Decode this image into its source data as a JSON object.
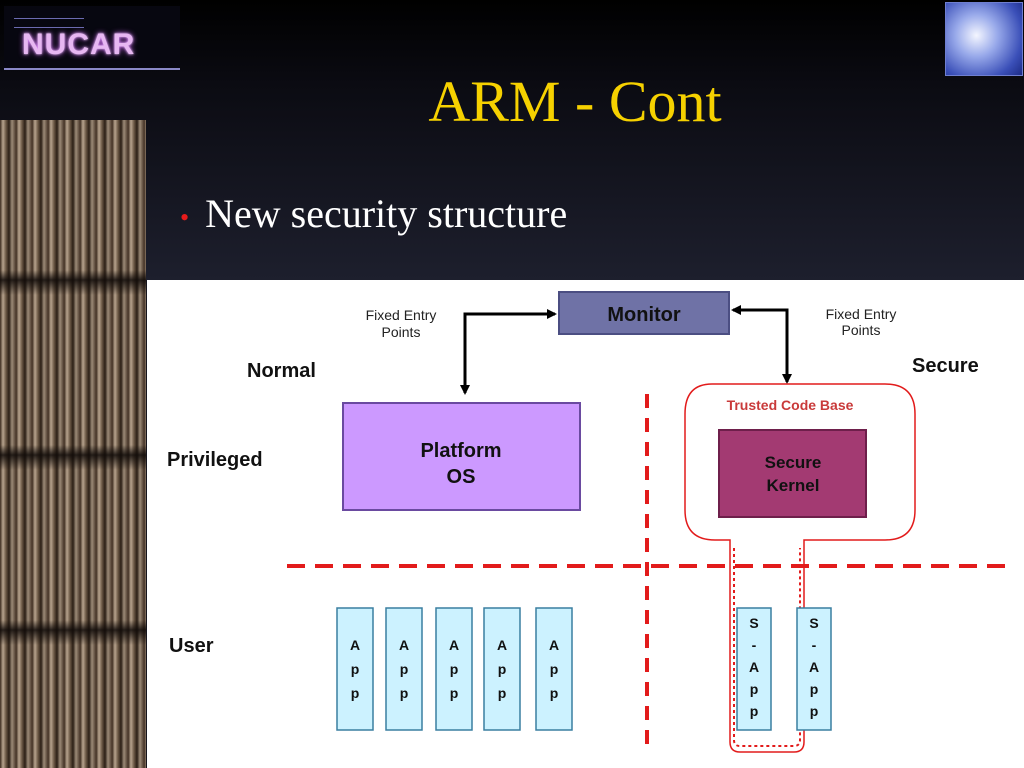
{
  "slide": {
    "logo_text": "NUCAR",
    "title": "ARM - Cont",
    "bullet": "New security structure"
  },
  "diagram": {
    "monitor": "Monitor",
    "fixed_entry_left": [
      "Fixed Entry",
      "Points"
    ],
    "fixed_entry_right": [
      "Fixed Entry",
      "Points"
    ],
    "normal": "Normal",
    "secure": "Secure",
    "privileged": "Privileged",
    "user": "User",
    "platform_os": [
      "Platform",
      "OS"
    ],
    "trusted_code_base": "Trusted Code Base",
    "secure_kernel": [
      "Secure",
      "Kernel"
    ],
    "app_letters": [
      "A",
      "p",
      "p"
    ],
    "sapp_letters": [
      "S",
      "-",
      "A",
      "p",
      "p"
    ],
    "app_count": 5,
    "sapp_count": 2
  },
  "colors": {
    "title": "#f6d100",
    "bullet_dot": "#e81b1b",
    "monitor_fill": "#6f72a6",
    "platform_fill": "#cc99ff",
    "kernel_fill": "#a33a72",
    "app_fill": "#ccf2ff",
    "dash_red": "#e21b1b"
  }
}
